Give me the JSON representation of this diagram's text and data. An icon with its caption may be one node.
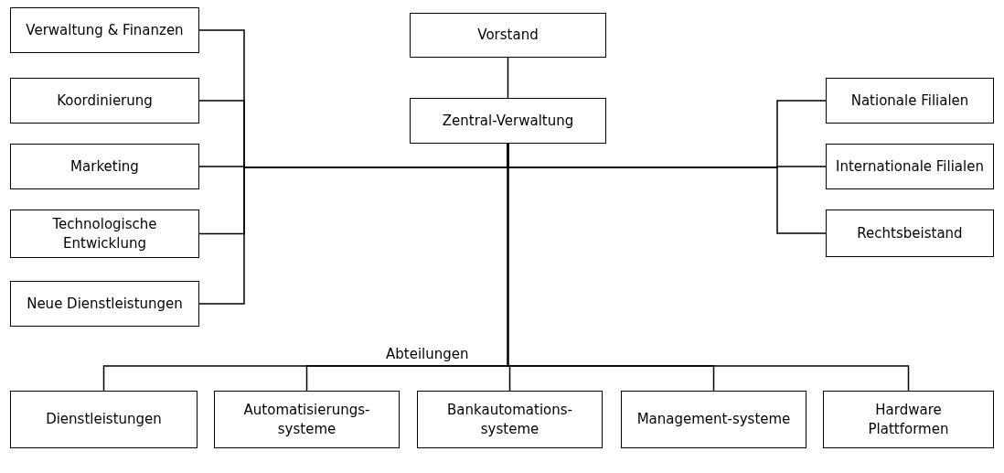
{
  "diagram": {
    "nodes": [
      {
        "text": [
          "Vorstand"
        ]
      },
      {
        "text": [
          "Zentral-Verwaltung"
        ]
      },
      {
        "text": [
          "Verwaltung & Finanzen"
        ]
      },
      {
        "text": [
          "Koordinierung"
        ]
      },
      {
        "text": [
          "Marketing"
        ]
      },
      {
        "text": [
          "Technologische Entwicklung"
        ]
      },
      {
        "text": [
          "Neue Dienstleistungen"
        ]
      },
      {
        "text": [
          "Nationale Filialen"
        ]
      },
      {
        "text": [
          "Internationale Filialen"
        ]
      },
      {
        "text": [
          "Rechtsbeistand"
        ]
      },
      {
        "text": [
          "Dienstleistungen"
        ]
      },
      {
        "text": [
          "Automatisierungs-systeme"
        ]
      },
      {
        "text": [
          "Bankautomations-systeme"
        ]
      },
      {
        "text": [
          "Management-systeme"
        ]
      },
      {
        "text": [
          "Hardware Plattformen"
        ]
      }
    ],
    "edges": [
      {
        "from": 0,
        "to": 1,
        "arrow": "none"
      },
      {
        "from": 1,
        "to": 2,
        "arrow": "none"
      },
      {
        "from": 1,
        "to": 3,
        "arrow": "none"
      },
      {
        "from": 1,
        "to": 4,
        "arrow": "none"
      },
      {
        "from": 1,
        "to": 5,
        "arrow": "none"
      },
      {
        "from": 1,
        "to": 6,
        "arrow": "none"
      },
      {
        "from": 1,
        "to": 7,
        "arrow": "none"
      },
      {
        "from": 1,
        "to": 8,
        "arrow": "none"
      },
      {
        "from": 1,
        "to": 9,
        "arrow": "none"
      },
      {
        "from": 1,
        "to": 10,
        "arrow": "none"
      },
      {
        "from": 1,
        "to": 11,
        "arrow": "none"
      },
      {
        "from": 1,
        "to": 12,
        "arrow": "none"
      },
      {
        "from": 1,
        "to": 13,
        "arrow": "none"
      },
      {
        "from": 1,
        "to": 14,
        "arrow": "none"
      }
    ],
    "labels": [
      "Abteilungen"
    ]
  }
}
